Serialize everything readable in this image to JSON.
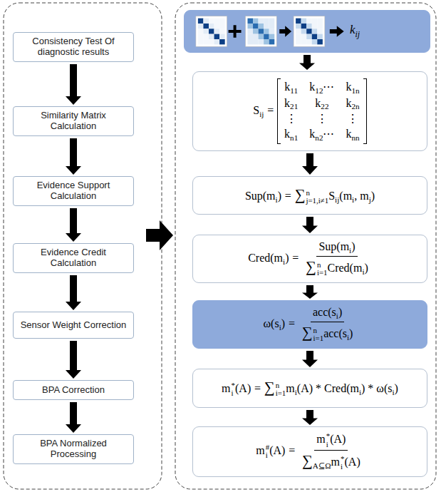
{
  "diagram": {
    "nodes": [
      {
        "text": [
          "Consistency Test Of diagnostic results"
        ]
      },
      {
        "text": [
          "Similarity Matrix Calculation"
        ]
      },
      {
        "text": [
          "Evidence Support Calculation"
        ]
      },
      {
        "text": [
          "Evidence Credit Calculation"
        ]
      },
      {
        "text": [
          "Sensor Weight Correction"
        ]
      },
      {
        "text": [
          "BPA Correction"
        ]
      },
      {
        "text": [
          "BPA Normalized Processing"
        ]
      },
      {
        "text": [
          "k",
          "ij"
        ]
      },
      {
        "text": [
          "S",
          "ij",
          "=",
          "k",
          "11",
          "k",
          "12",
          "⋯",
          "k",
          "1n",
          "k",
          "21",
          "k",
          "22",
          "k",
          "2n",
          "⋮",
          "⋮",
          "⋮",
          "k",
          "n1",
          "k",
          "n2",
          "⋯",
          "k",
          "nn"
        ]
      },
      {
        "text": [
          "Sup(m",
          "i",
          ")",
          "=",
          "∑",
          "n",
          "j=1,i≠1",
          "S",
          "ij",
          "(m",
          "i",
          ", m",
          "j",
          ")"
        ]
      },
      {
        "text": [
          "Cred(m",
          "i",
          ")",
          "=",
          "Sup(m",
          "i",
          ")",
          "∑",
          "n",
          "i=1",
          "Cred(m",
          "i",
          ")"
        ]
      },
      {
        "text": [
          "ω(s",
          "i",
          ")",
          "=",
          "acc(s",
          "i",
          ")",
          "∑",
          "n",
          "i=1",
          "acc(s",
          "i",
          ")"
        ]
      },
      {
        "text": [
          "m",
          "*",
          "i",
          "(A)",
          "=",
          "∑",
          "n",
          "i=1",
          "m",
          "i",
          "(A) * Cred(m",
          "i",
          ") * ω(s",
          "i",
          ")"
        ]
      },
      {
        "text": [
          "m",
          "#",
          "i",
          "(A)",
          "=",
          "m",
          "*",
          "i",
          "(A)",
          "∑",
          "A⊆Ω",
          "m",
          "*",
          "i",
          "(A)"
        ]
      }
    ],
    "edges": [
      {
        "from": 0,
        "to": 1,
        "arrow": "to"
      },
      {
        "from": 1,
        "to": 2,
        "arrow": "to"
      },
      {
        "from": 2,
        "to": 3,
        "arrow": "to"
      },
      {
        "from": 3,
        "to": 4,
        "arrow": "to"
      },
      {
        "from": 4,
        "to": 5,
        "arrow": "to"
      },
      {
        "from": 5,
        "to": 6,
        "arrow": "to"
      },
      {
        "from": 7,
        "to": 8,
        "arrow": "to"
      },
      {
        "from": 8,
        "to": 9,
        "arrow": "to"
      },
      {
        "from": 9,
        "to": 10,
        "arrow": "to"
      },
      {
        "from": 10,
        "to": 11,
        "arrow": "to"
      },
      {
        "from": 11,
        "to": 12,
        "arrow": "to"
      },
      {
        "from": 12,
        "to": 13,
        "arrow": "to"
      }
    ]
  }
}
